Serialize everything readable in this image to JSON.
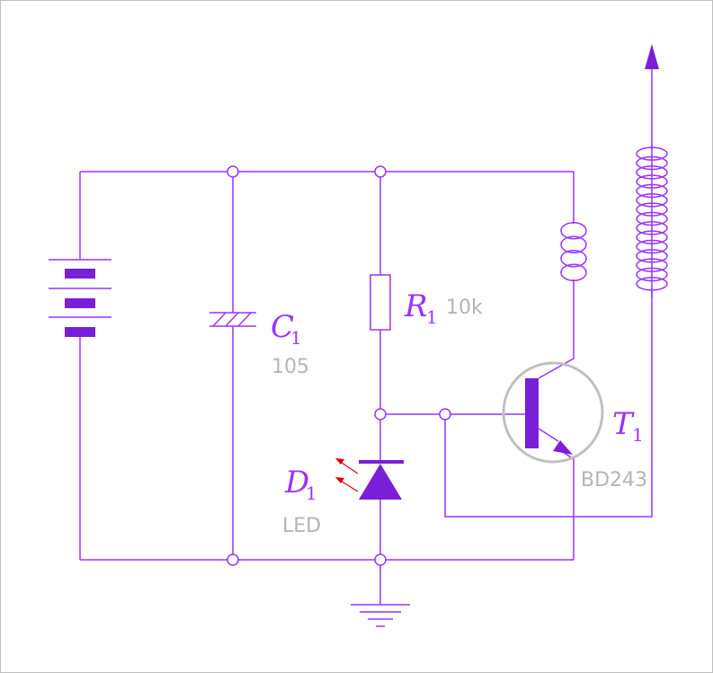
{
  "components": {
    "capacitor": {
      "designator": "C",
      "index": "1",
      "value": "105"
    },
    "resistor": {
      "designator": "R",
      "index": "1",
      "value": "10k"
    },
    "diode": {
      "designator": "D",
      "index": "1",
      "value": "LED"
    },
    "transistor": {
      "designator": "T",
      "index": "1",
      "value": "BD243"
    }
  },
  "colors": {
    "wire": "#9933ff",
    "component_fill": "#7a1fd8",
    "value_text": "#b4b4b4",
    "transistor_body": "#c0c0c0",
    "light_arrow": "#dd0000"
  }
}
